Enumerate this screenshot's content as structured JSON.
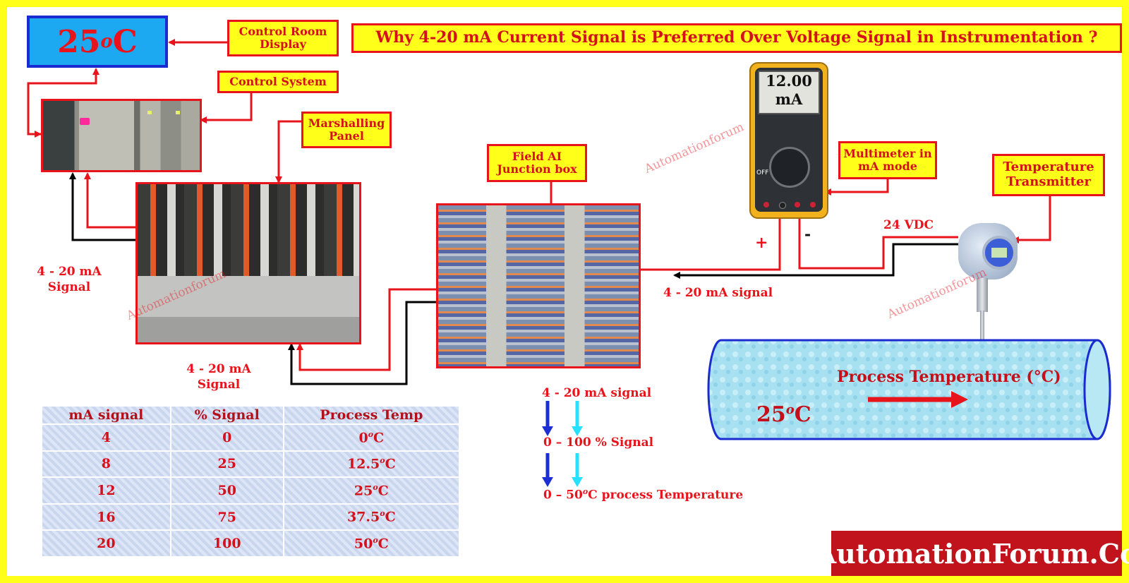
{
  "title": "Why 4-20 mA Current Signal is Preferred Over Voltage Signal in Instrumentation ?",
  "display": {
    "value": "25",
    "unit": "C"
  },
  "labels": {
    "control_room_display": "Control Room Display",
    "control_system": "Control System",
    "marshalling_panel": "Marshalling Panel",
    "field_ai_junction_box": "Field AI Junction box",
    "multimeter_mode": "Multimeter in mA mode",
    "temperature_transmitter": "Temperature Transmitter",
    "supply": "24 VDC",
    "plus": "+",
    "minus": "-",
    "signal_left": "4 - 20 mA Signal",
    "signal_bottom": "4 - 20 mA Signal",
    "signal_right": "4 - 20 mA signal"
  },
  "multimeter": {
    "reading": "12.00",
    "unit": "mA",
    "off_label": "OFF"
  },
  "pipe": {
    "label": "Process Temperature (°C)",
    "temp_value": "25",
    "temp_unit": "C"
  },
  "conversion": {
    "line1": "4 - 20 mA signal",
    "line2": "0 – 100 % Signal",
    "line3_prefix": "0 – 50",
    "line3_suffix": "C process  Temperature"
  },
  "table": {
    "headers": [
      "mA signal",
      "% Signal",
      "Process Temp"
    ],
    "rows": [
      [
        "4",
        "0",
        "0",
        "C"
      ],
      [
        "8",
        "25",
        "12.5",
        "C"
      ],
      [
        "12",
        "50",
        "25",
        "C"
      ],
      [
        "16",
        "75",
        "37.5",
        "C"
      ],
      [
        "20",
        "100",
        "50",
        "C"
      ]
    ]
  },
  "watermark": "Automationforum",
  "brand": "AutomationForum.Co",
  "colors": {
    "frame": "#ffff1a",
    "accent_red": "#e8141c",
    "display_blue": "#1da9f2",
    "brand_bg": "#c1131b"
  }
}
